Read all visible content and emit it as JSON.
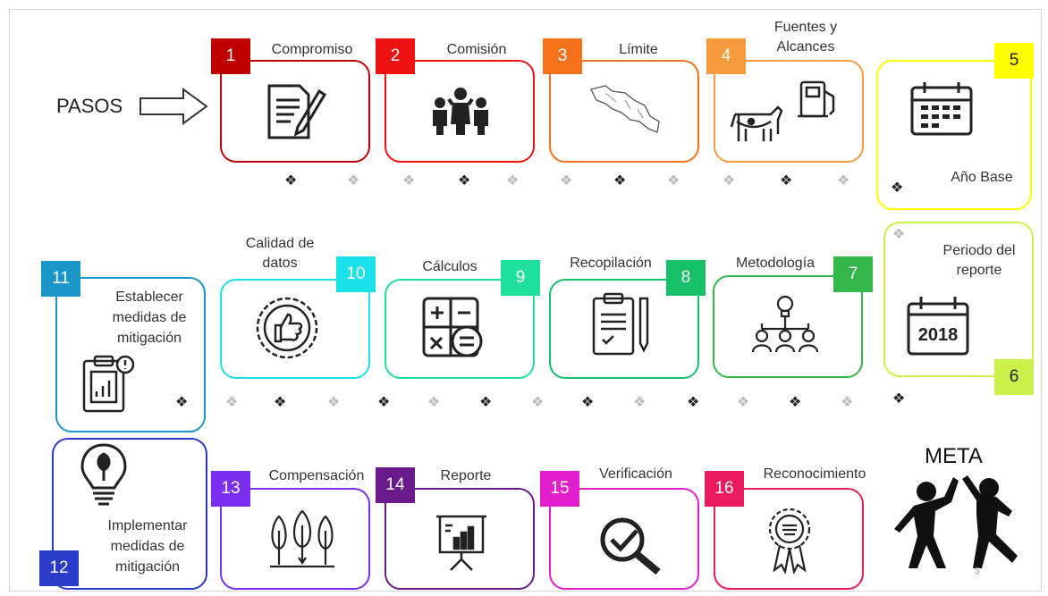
{
  "pasos_label": "PASOS",
  "meta_label": "META",
  "page_number": "5",
  "steps": [
    {
      "n": "1",
      "label": "Compromiso",
      "color": "#c00000",
      "icon": "document-pen-icon"
    },
    {
      "n": "2",
      "label": "Comisión",
      "color": "#ee1111",
      "icon": "team-icon"
    },
    {
      "n": "3",
      "label": "Límite",
      "color": "#f4721b",
      "icon": "map-icon"
    },
    {
      "n": "4",
      "label_line1": "Fuentes y",
      "label_line2": "Alcances",
      "color": "#f79a3d",
      "icon": "cow-fuel-icon"
    },
    {
      "n": "5",
      "label": "Año Base",
      "color": "#ffff00",
      "icon": "calendar-icon"
    },
    {
      "n": "6",
      "label_line1": "Periodo del",
      "label_line2": "reporte",
      "year": "2018",
      "color": "#ccf04a",
      "icon": "calendar-2018-icon"
    },
    {
      "n": "7",
      "label": "Metodología",
      "color": "#33b64a",
      "icon": "network-bulb-icon"
    },
    {
      "n": "8",
      "label": "Recopilación",
      "color": "#15c069",
      "icon": "clipboard-icon"
    },
    {
      "n": "9",
      "label": "Cálculos",
      "color": "#1de09a",
      "icon": "calculator-icon"
    },
    {
      "n": "10",
      "label_line1": "Calidad de",
      "label_line2": "datos",
      "color": "#1ae0e8",
      "icon": "quality-badge-icon"
    },
    {
      "n": "11",
      "label_line1": "Establecer",
      "label_line2": "medidas de",
      "label_line3": "mitigación",
      "color": "#1a96c8",
      "icon": "report-clipboard-icon"
    },
    {
      "n": "12",
      "label_line1": "Implementar",
      "label_line2": "medidas de",
      "label_line3": "mitigación",
      "color": "#2a3ac9",
      "icon": "green-bulb-icon"
    },
    {
      "n": "13",
      "label": "Compensación",
      "color": "#7b2ff0",
      "icon": "trees-icon"
    },
    {
      "n": "14",
      "label": "Reporte",
      "color": "#6b1a8a",
      "icon": "presentation-icon"
    },
    {
      "n": "15",
      "label": "Verificación",
      "color": "#e21ecf",
      "icon": "magnifier-check-icon"
    },
    {
      "n": "16",
      "label": "Reconocimiento",
      "color": "#ea1a5c",
      "icon": "award-icon"
    }
  ]
}
